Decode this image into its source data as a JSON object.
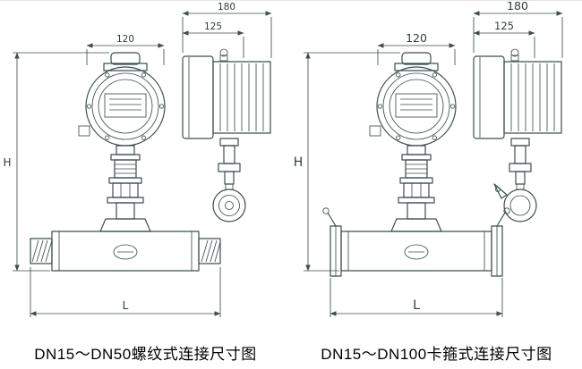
{
  "page": {
    "background": "#ffffff",
    "line_color": "#3e4e4e",
    "text_color": "#000000"
  },
  "figures": [
    {
      "id": "threaded-connection",
      "caption": "DN15～DN50螺纹式连接尺寸图",
      "dimensions": {
        "head_width": "120",
        "side_total_width": "180",
        "side_front_width": "125",
        "overall_height": "H",
        "overall_length": "L"
      }
    },
    {
      "id": "clamp-connection",
      "caption": "DN15～DN100卡箍式连接尺寸图",
      "dimensions": {
        "head_width": "120",
        "side_total_width": "180",
        "side_front_width": "125",
        "overall_height": "H",
        "overall_length": "L"
      }
    }
  ]
}
